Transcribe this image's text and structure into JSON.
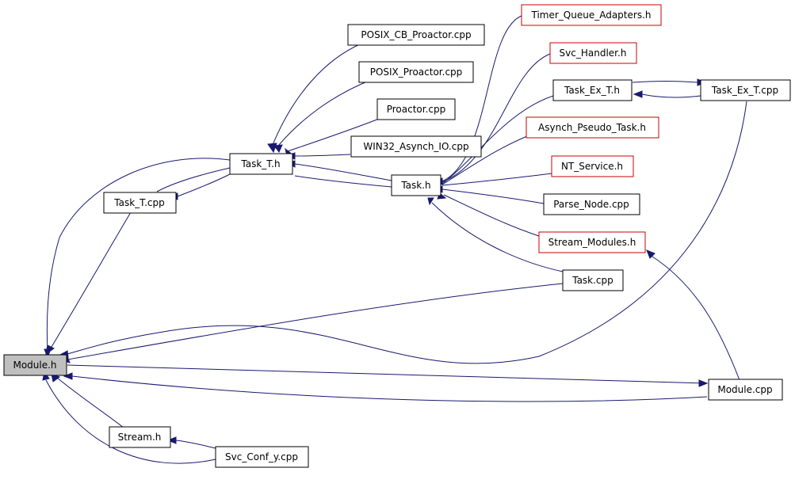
{
  "colors": {
    "edge": "#191970",
    "node_border_default": "#000000",
    "node_border_truncated": "#cc0000",
    "node_fill_default": "#ffffff",
    "node_fill_focus": "#bfbfbf"
  },
  "nodes": [
    {
      "id": "timer_queue_adapters_h",
      "label": "Timer_Queue_Adapters.h",
      "border": "red"
    },
    {
      "id": "posix_cb_proactor_cpp",
      "label": "POSIX_CB_Proactor.cpp",
      "border": "black"
    },
    {
      "id": "svc_handler_h",
      "label": "Svc_Handler.h",
      "border": "red"
    },
    {
      "id": "posix_proactor_cpp",
      "label": "POSIX_Proactor.cpp",
      "border": "black"
    },
    {
      "id": "task_ex_t_h",
      "label": "Task_Ex_T.h",
      "border": "black"
    },
    {
      "id": "task_ex_t_cpp",
      "label": "Task_Ex_T.cpp",
      "border": "black"
    },
    {
      "id": "proactor_cpp",
      "label": "Proactor.cpp",
      "border": "black"
    },
    {
      "id": "asynch_pseudo_task_h",
      "label": "Asynch_Pseudo_Task.h",
      "border": "red"
    },
    {
      "id": "win32_asynch_io_cpp",
      "label": "WIN32_Asynch_IO.cpp",
      "border": "black"
    },
    {
      "id": "task_t_h",
      "label": "Task_T.h",
      "border": "black"
    },
    {
      "id": "nt_service_h",
      "label": "NT_Service.h",
      "border": "red"
    },
    {
      "id": "task_h",
      "label": "Task.h",
      "border": "black"
    },
    {
      "id": "task_t_cpp",
      "label": "Task_T.cpp",
      "border": "black"
    },
    {
      "id": "parse_node_cpp",
      "label": "Parse_Node.cpp",
      "border": "black"
    },
    {
      "id": "stream_modules_h",
      "label": "Stream_Modules.h",
      "border": "red"
    },
    {
      "id": "task_cpp",
      "label": "Task.cpp",
      "border": "black"
    },
    {
      "id": "module_h",
      "label": "Module.h",
      "border": "black",
      "focus": true
    },
    {
      "id": "module_cpp",
      "label": "Module.cpp",
      "border": "black"
    },
    {
      "id": "stream_h",
      "label": "Stream.h",
      "border": "black"
    },
    {
      "id": "svc_conf_y_cpp",
      "label": "Svc_Conf_y.cpp",
      "border": "black"
    }
  ],
  "edges": [
    {
      "from": "task_t_h",
      "to": "posix_cb_proactor_cpp"
    },
    {
      "from": "task_t_h",
      "to": "posix_proactor_cpp"
    },
    {
      "from": "task_t_h",
      "to": "proactor_cpp"
    },
    {
      "from": "task_t_h",
      "to": "win32_asynch_io_cpp"
    },
    {
      "from": "task_t_h",
      "to": "task_h"
    },
    {
      "from": "task_t_h",
      "to": "task_t_cpp"
    },
    {
      "from": "task_h",
      "to": "timer_queue_adapters_h"
    },
    {
      "from": "task_h",
      "to": "svc_handler_h"
    },
    {
      "from": "task_h",
      "to": "task_ex_t_h"
    },
    {
      "from": "task_h",
      "to": "asynch_pseudo_task_h"
    },
    {
      "from": "task_h",
      "to": "nt_service_h"
    },
    {
      "from": "task_h",
      "to": "parse_node_cpp"
    },
    {
      "from": "task_h",
      "to": "stream_modules_h"
    },
    {
      "from": "task_h",
      "to": "task_t_h"
    },
    {
      "from": "task_h",
      "to": "task_cpp"
    },
    {
      "from": "task_ex_t_h",
      "to": "task_ex_t_cpp"
    },
    {
      "from": "task_ex_t_cpp",
      "to": "task_ex_t_h"
    },
    {
      "from": "task_t_cpp",
      "to": "task_t_h"
    },
    {
      "from": "stream_modules_h",
      "to": "module_cpp"
    },
    {
      "from": "module_h",
      "to": "task_t_h"
    },
    {
      "from": "module_h",
      "to": "task_t_cpp"
    },
    {
      "from": "module_h",
      "to": "task_cpp"
    },
    {
      "from": "module_h",
      "to": "task_ex_t_cpp"
    },
    {
      "from": "module_h",
      "to": "module_cpp"
    },
    {
      "from": "module_cpp",
      "to": "module_h"
    },
    {
      "from": "module_h",
      "to": "stream_h"
    },
    {
      "from": "module_h",
      "to": "svc_conf_y_cpp"
    },
    {
      "from": "stream_h",
      "to": "svc_conf_y_cpp"
    }
  ]
}
